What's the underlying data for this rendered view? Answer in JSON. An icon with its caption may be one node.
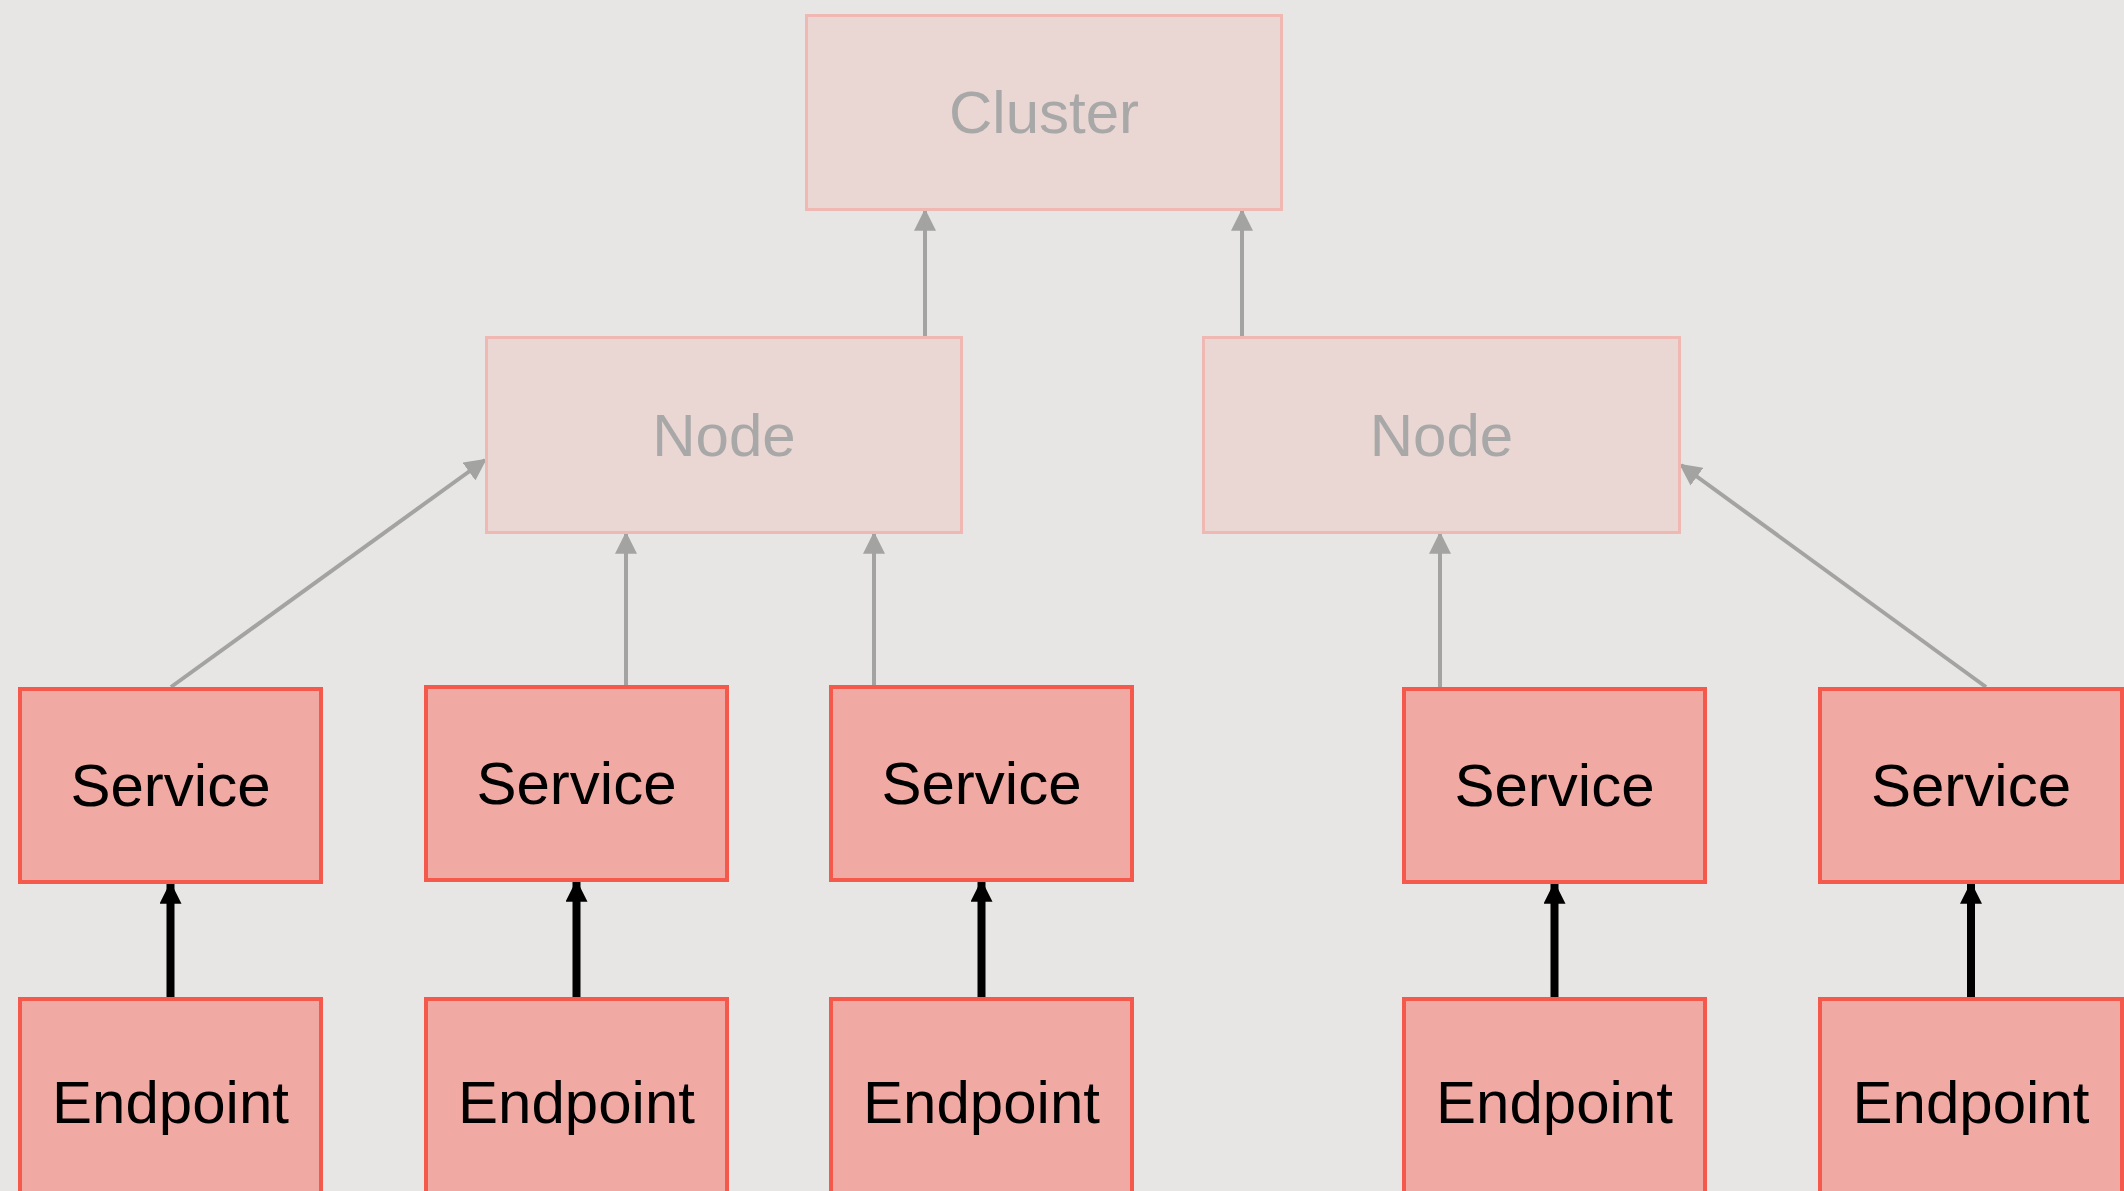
{
  "diagram": {
    "nodes": [
      {
        "text": [
          "Cluster"
        ]
      },
      {
        "text": [
          "Node"
        ]
      },
      {
        "text": [
          "Node"
        ]
      },
      {
        "text": [
          "Service"
        ]
      },
      {
        "text": [
          "Service"
        ]
      },
      {
        "text": [
          "Service"
        ]
      },
      {
        "text": [
          "Service"
        ]
      },
      {
        "text": [
          "Service"
        ]
      },
      {
        "text": [
          "Endpoint"
        ]
      },
      {
        "text": [
          "Endpoint"
        ]
      },
      {
        "text": [
          "Endpoint"
        ]
      },
      {
        "text": [
          "Endpoint"
        ]
      },
      {
        "text": [
          "Endpoint"
        ]
      }
    ],
    "edges": [
      {
        "from": 1,
        "to": 0,
        "arrow": "to"
      },
      {
        "from": 2,
        "to": 0,
        "arrow": "to"
      },
      {
        "from": 3,
        "to": 1,
        "arrow": "to"
      },
      {
        "from": 4,
        "to": 1,
        "arrow": "to"
      },
      {
        "from": 5,
        "to": 1,
        "arrow": "to"
      },
      {
        "from": 6,
        "to": 2,
        "arrow": "to"
      },
      {
        "from": 7,
        "to": 2,
        "arrow": "to"
      },
      {
        "from": 8,
        "to": 3,
        "arrow": "to",
        "color": "#000000",
        "style": "thick"
      },
      {
        "from": 9,
        "to": 4,
        "arrow": "to",
        "color": "#000000",
        "style": "thick"
      },
      {
        "from": 10,
        "to": 5,
        "arrow": "to",
        "color": "#000000",
        "style": "thick"
      },
      {
        "from": 11,
        "to": 6,
        "arrow": "to",
        "color": "#000000",
        "style": "thick"
      },
      {
        "from": 12,
        "to": 7,
        "arrow": "to",
        "color": "#000000",
        "style": "thick"
      }
    ]
  }
}
